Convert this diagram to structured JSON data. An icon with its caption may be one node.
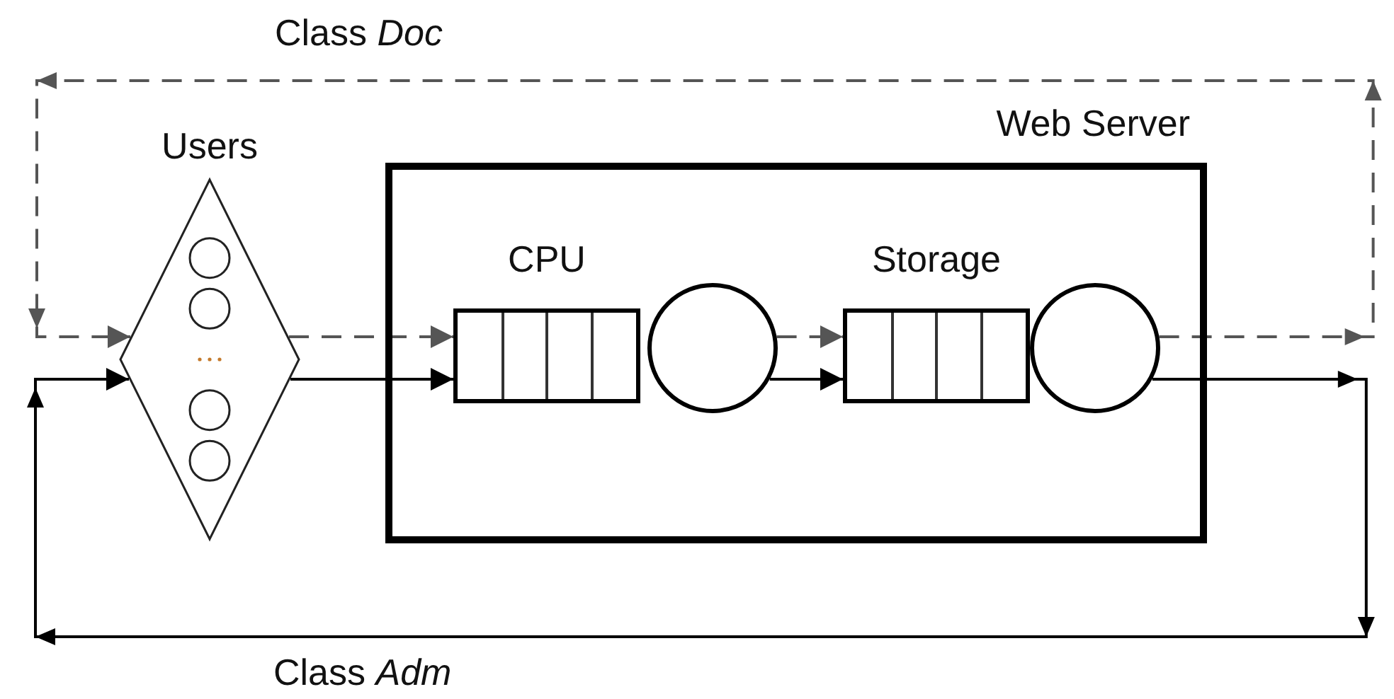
{
  "diagram": {
    "nodes": [
      {
        "text": [
          "Web Server"
        ]
      },
      {
        "text": [
          "Users"
        ]
      },
      {
        "text": [
          "CPU"
        ],
        "in": 0
      },
      {
        "text": [],
        "shape": "circle",
        "in": 0
      },
      {
        "text": [
          "Storage"
        ],
        "in": 0
      },
      {
        "text": [],
        "shape": "circle",
        "in": 0
      }
    ],
    "edges": [
      {
        "from": 1,
        "to": 2,
        "arrow": "to",
        "style": "dashed"
      },
      {
        "from": 1,
        "to": 2,
        "arrow": "to"
      },
      {
        "from": 3,
        "to": 4,
        "arrow": "to",
        "style": "dashed"
      },
      {
        "from": 3,
        "to": 4,
        "arrow": "to"
      },
      {
        "from": 5,
        "to": 1,
        "arrow": "to",
        "style": "dashed",
        "label": "Class *Doc*"
      },
      {
        "from": 5,
        "to": 1,
        "arrow": "to",
        "label": "Class *Adm*"
      }
    ]
  }
}
